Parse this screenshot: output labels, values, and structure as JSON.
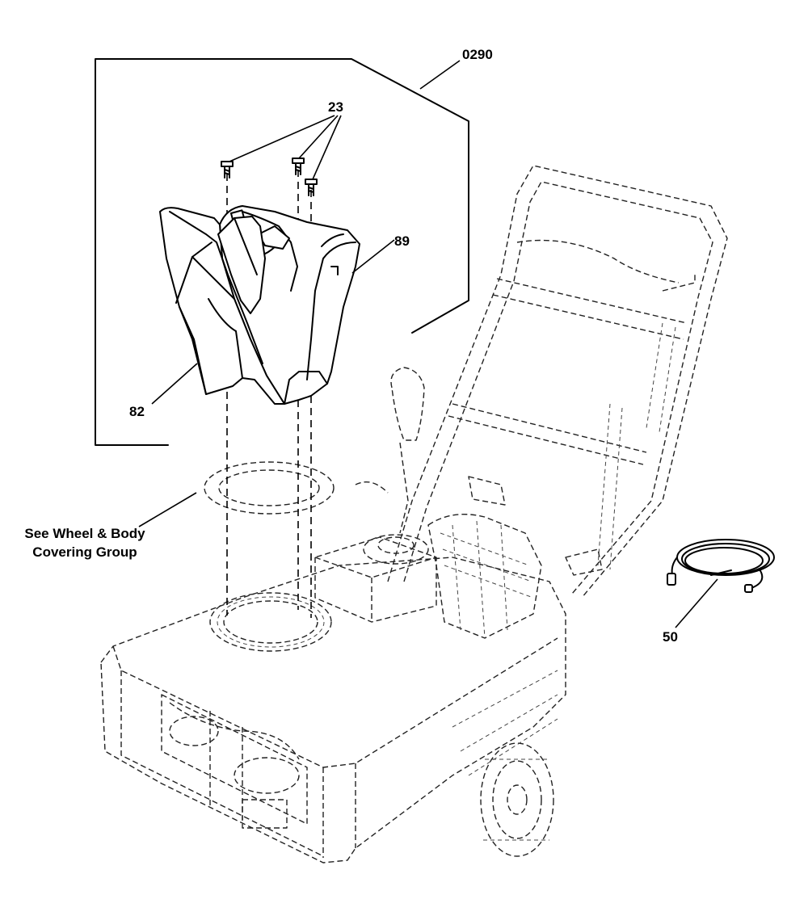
{
  "callouts": {
    "group": "0290",
    "screws": "23",
    "chute": "89",
    "deflector": "82",
    "cord": "50",
    "reference_line1": "See Wheel & Body",
    "reference_line2": "Covering Group"
  }
}
